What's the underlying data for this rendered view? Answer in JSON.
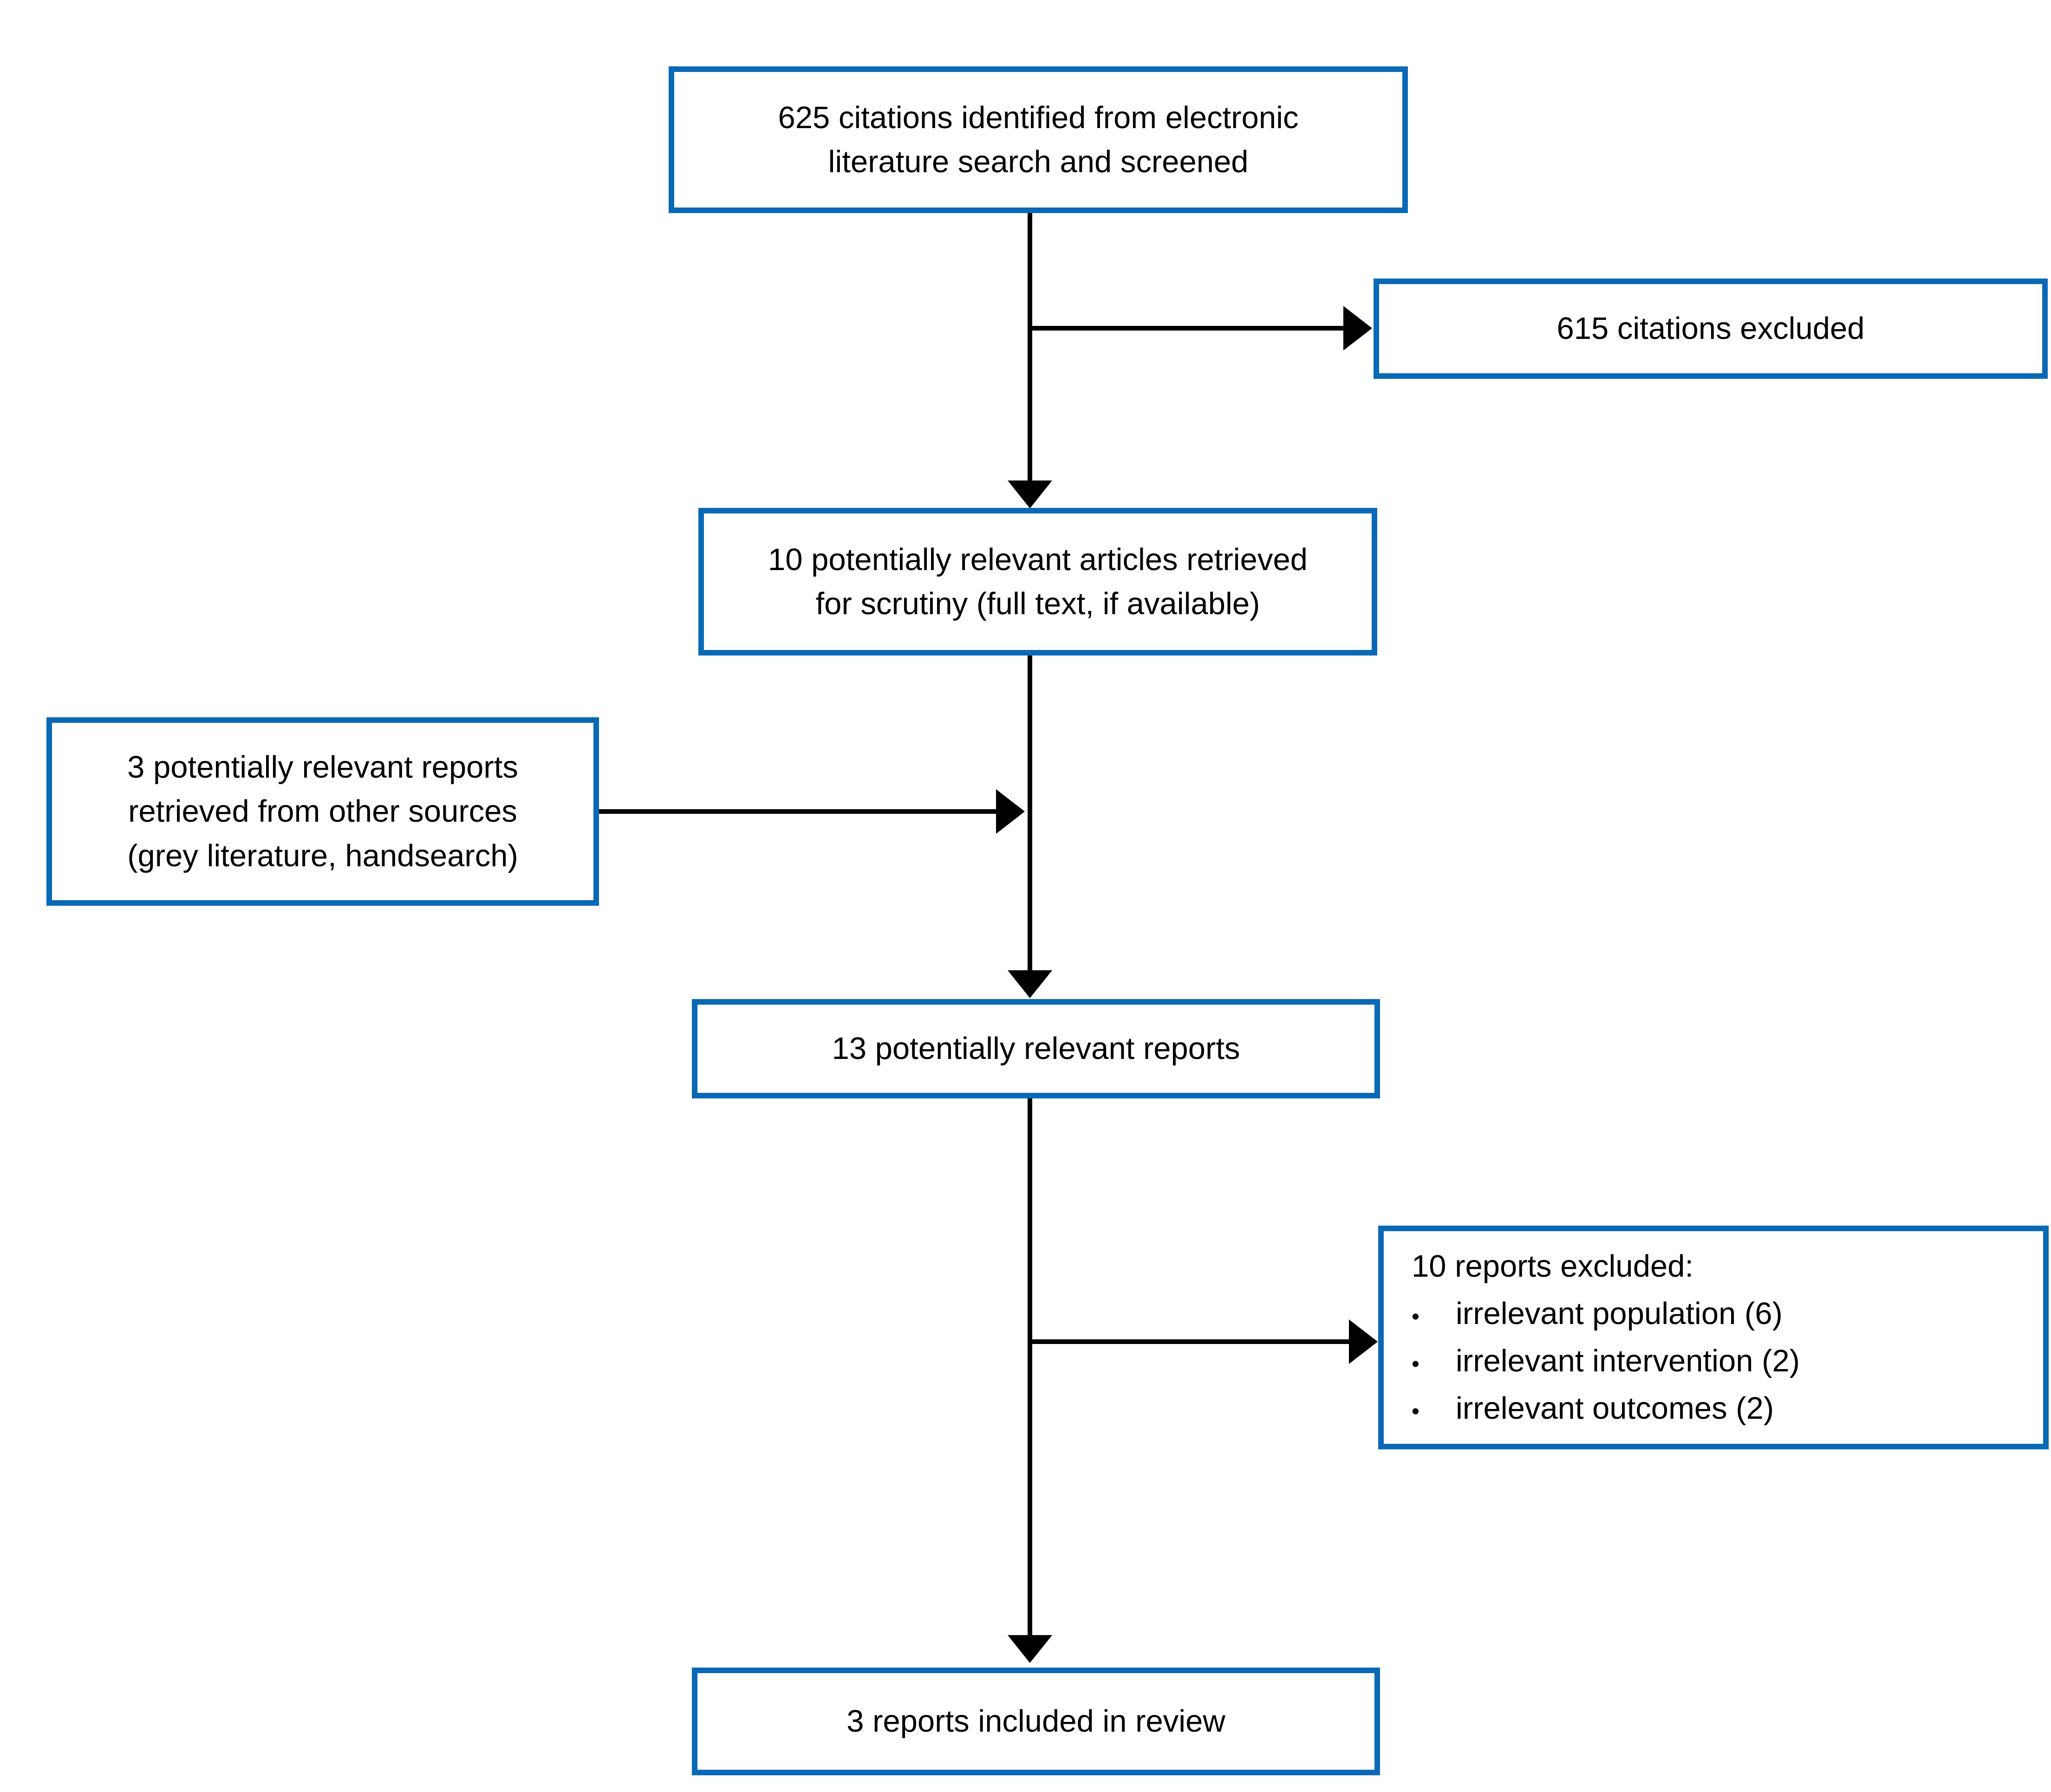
{
  "diagram": {
    "type": "flowchart",
    "colors": {
      "box_border": "#0a69b5",
      "box_background": "#ffffff",
      "arrow": "#000000",
      "text": "#000000"
    },
    "nodes": {
      "identified": {
        "text": "625 citations identified from electronic\nliterature search and screened"
      },
      "excluded_citations": {
        "text": "615 citations excluded"
      },
      "retrieved": {
        "text": "10 potentially relevant articles retrieved\nfor scrutiny (full text, if available)"
      },
      "other_sources": {
        "text": "3 potentially relevant reports\nretrieved from other sources\n(grey literature, handsearch)"
      },
      "combined": {
        "text": "13 potentially relevant reports"
      },
      "excluded_reports": {
        "title": "10 reports excluded:",
        "bullet_char": "•",
        "items": [
          "irrelevant population (6)",
          "irrelevant intervention (2)",
          "irrelevant outcomes (2)"
        ]
      },
      "included": {
        "text": "3 reports included in review"
      }
    }
  }
}
